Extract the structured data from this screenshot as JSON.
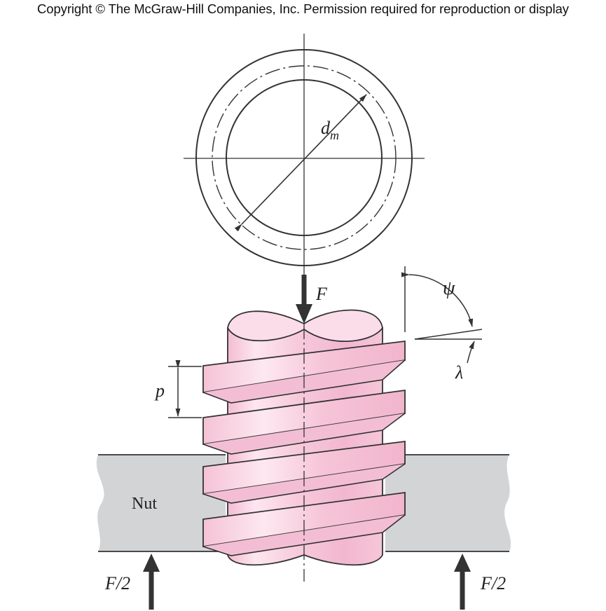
{
  "copyright": "Copyright © The McGraw-Hill Companies, Inc. Permission required for reproduction or display",
  "labels": {
    "dm_main": "d",
    "dm_sub": "m",
    "force": "F",
    "half_force_left": "F/2",
    "half_force_right": "F/2",
    "pitch": "p",
    "psi": "ψ",
    "lambda": "λ",
    "nut": "Nut"
  },
  "colors": {
    "screw_fill": "#f6c8da",
    "screw_highlight": "#fdeaf2",
    "nut_fill": "#d2d3d5",
    "stroke": "#333333",
    "arrow": "#333333"
  }
}
